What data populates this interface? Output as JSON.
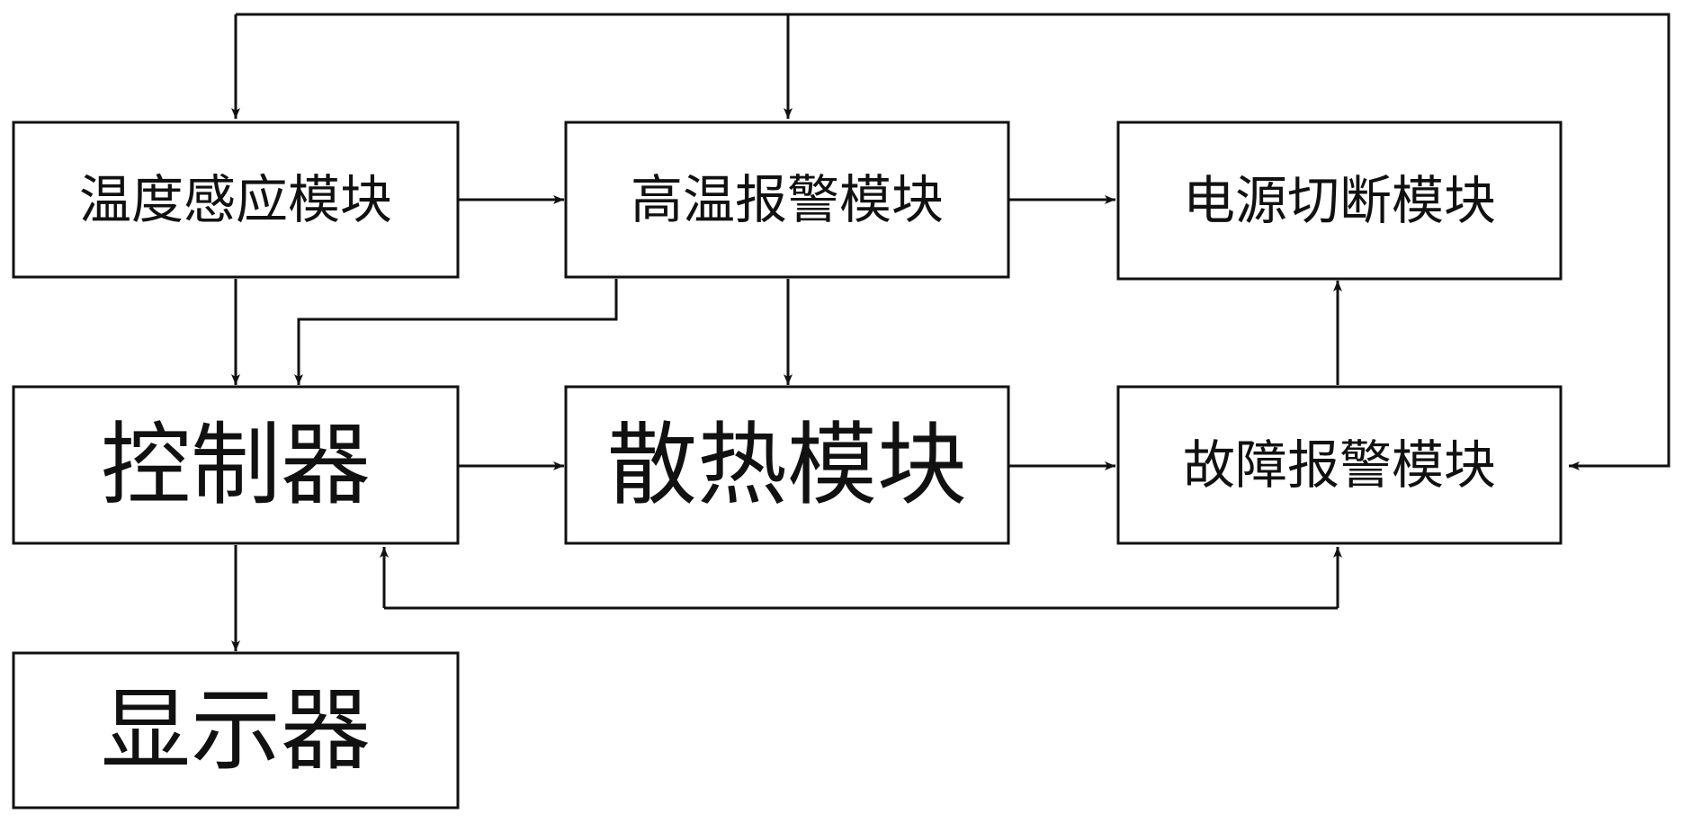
{
  "diagram": {
    "nodes": [
      {
        "id": "temp_sensing",
        "label": "温度感应模块"
      },
      {
        "id": "high_temp_alarm",
        "label": "高温报警模块"
      },
      {
        "id": "power_cutoff",
        "label": "电源切断模块"
      },
      {
        "id": "controller",
        "label": "控制器"
      },
      {
        "id": "cooling",
        "label": "散热模块"
      },
      {
        "id": "fault_alarm",
        "label": "故障报警模块"
      },
      {
        "id": "display",
        "label": "显示器"
      }
    ],
    "edges": [
      {
        "from": "temp_sensing",
        "to": "high_temp_alarm"
      },
      {
        "from": "high_temp_alarm",
        "to": "power_cutoff"
      },
      {
        "from": "temp_sensing",
        "to": "controller"
      },
      {
        "from": "high_temp_alarm",
        "to": "controller"
      },
      {
        "from": "high_temp_alarm",
        "to": "cooling"
      },
      {
        "from": "controller",
        "to": "cooling"
      },
      {
        "from": "cooling",
        "to": "fault_alarm"
      },
      {
        "from": "fault_alarm",
        "to": "power_cutoff"
      },
      {
        "from": "controller",
        "to": "display"
      },
      {
        "from": "controller",
        "to": "fault_alarm",
        "bidirectional": true
      },
      {
        "from": "fault_alarm",
        "to": "temp_sensing"
      },
      {
        "from": "fault_alarm",
        "to": "high_temp_alarm"
      }
    ],
    "colors": {
      "line": "#111111",
      "background": "#ffffff"
    }
  }
}
